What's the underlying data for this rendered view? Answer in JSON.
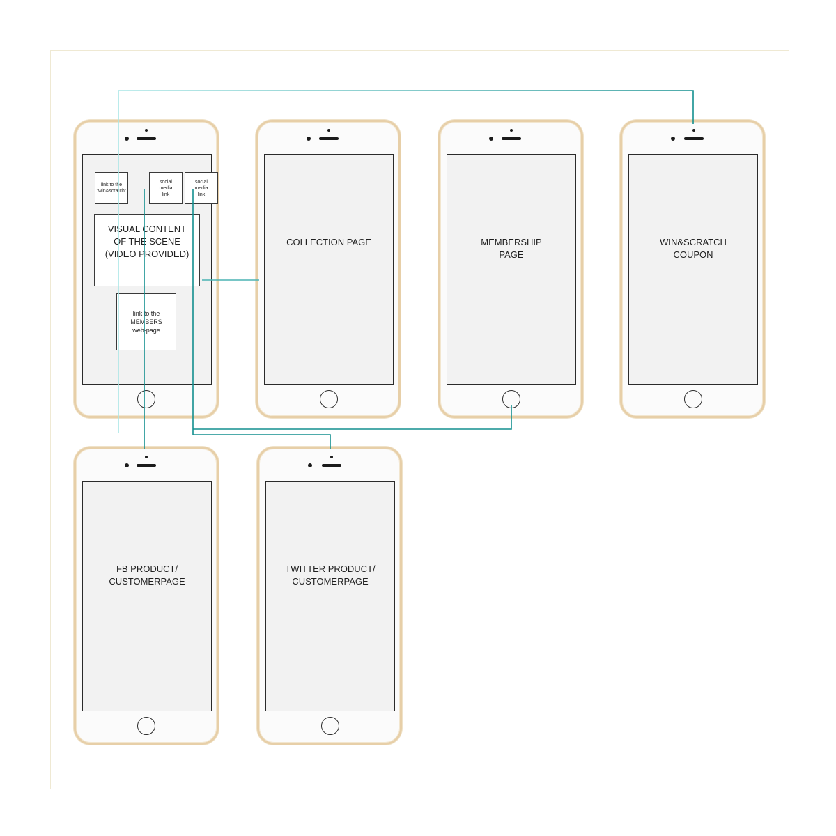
{
  "colors": {
    "connector_teal": "#138f8f",
    "connector_light": "#7fd6d6",
    "phone_gold": "#e7cfa8",
    "screen_fill": "#f2f2f2"
  },
  "main_phone": {
    "link_winscratch": "link to the\n\"win&scratch\"",
    "social_link_1": "social\nmedia\nlink",
    "social_link_2": "social\nmedia\nlink",
    "visual_content": "VISUAL CONTENT\nOF THE SCENE\n(VIDEO PROVIDED)",
    "members_link": "link to the\nMEMBERS\nweb-page"
  },
  "pages": {
    "collection": "COLLECTION PAGE",
    "membership": "MEMBERSHIP\nPAGE",
    "winscratch": "WIN&SCRATCH\nCOUPON",
    "fb": "FB PRODUCT/\nCUSTOMERPAGE",
    "twitter": "TWITTER PRODUCT/\nCUSTOMERPAGE"
  }
}
